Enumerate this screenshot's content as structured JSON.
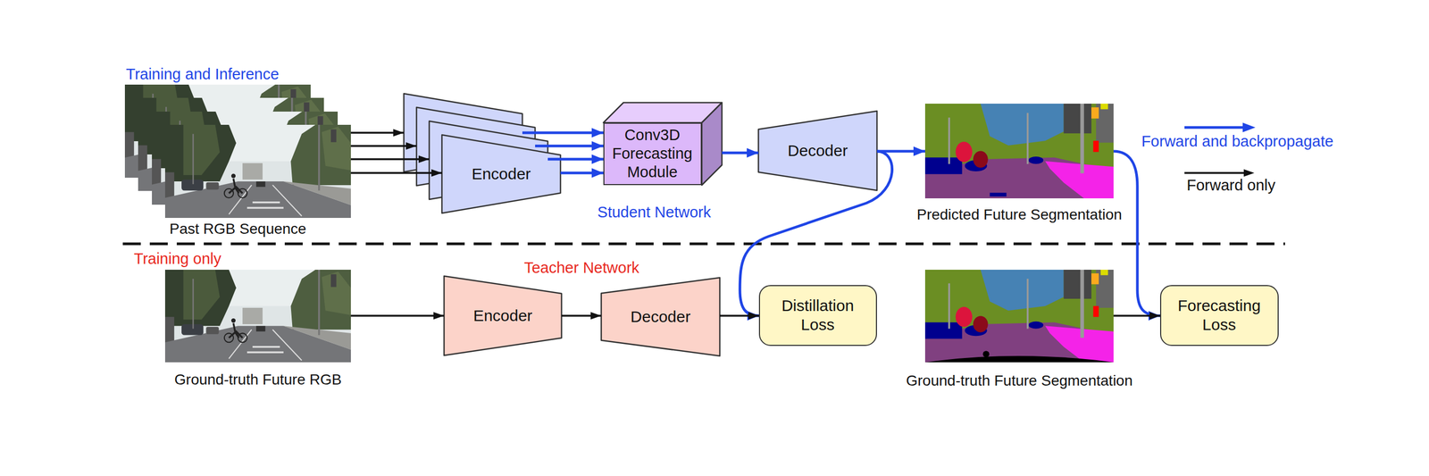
{
  "diagram": {
    "nodes": [
      {
        "text": [
          "Past RGB Sequence"
        ]
      },
      {
        "text": [
          "Encoder"
        ]
      },
      {
        "text": [
          "Conv3D Forecasting Module"
        ]
      },
      {
        "text": [
          "Decoder"
        ]
      },
      {
        "text": [
          "Predicted Future Segmentation"
        ]
      },
      {
        "text": [
          "Ground-truth Future RGB"
        ]
      },
      {
        "text": [
          "Encoder"
        ]
      },
      {
        "text": [
          "Decoder"
        ]
      },
      {
        "text": [
          "Distillation Loss"
        ]
      },
      {
        "text": [
          "Ground-truth Future Segmentation"
        ]
      },
      {
        "text": [
          "Forecasting Loss"
        ]
      }
    ],
    "edges": [
      {
        "from": 0,
        "to": 1,
        "arrow": "to"
      },
      {
        "from": 0,
        "to": 1,
        "arrow": "to"
      },
      {
        "from": 0,
        "to": 1,
        "arrow": "to"
      },
      {
        "from": 0,
        "to": 1,
        "arrow": "to"
      },
      {
        "from": 1,
        "to": 2,
        "arrow": "to"
      },
      {
        "from": 1,
        "to": 2,
        "arrow": "to"
      },
      {
        "from": 1,
        "to": 2,
        "arrow": "to"
      },
      {
        "from": 1,
        "to": 2,
        "arrow": "to"
      },
      {
        "from": 2,
        "to": 3,
        "arrow": "to"
      },
      {
        "from": 3,
        "to": 4,
        "arrow": "to"
      },
      {
        "from": 3,
        "to": 8,
        "arrow": "to"
      },
      {
        "from": 4,
        "to": 10,
        "arrow": "to"
      },
      {
        "from": 5,
        "to": 6,
        "arrow": "to"
      },
      {
        "from": 6,
        "to": 7,
        "arrow": "to"
      },
      {
        "from": 7,
        "to": 8,
        "arrow": "to"
      },
      {
        "from": 9,
        "to": 10,
        "arrow": "to"
      }
    ],
    "labels": [
      "Training and Inference",
      "Student Network",
      "Training only",
      "Teacher Network"
    ],
    "legend": [
      {
        "text": "Forward and backpropagate"
      },
      {
        "text": "Forward only"
      }
    ]
  }
}
